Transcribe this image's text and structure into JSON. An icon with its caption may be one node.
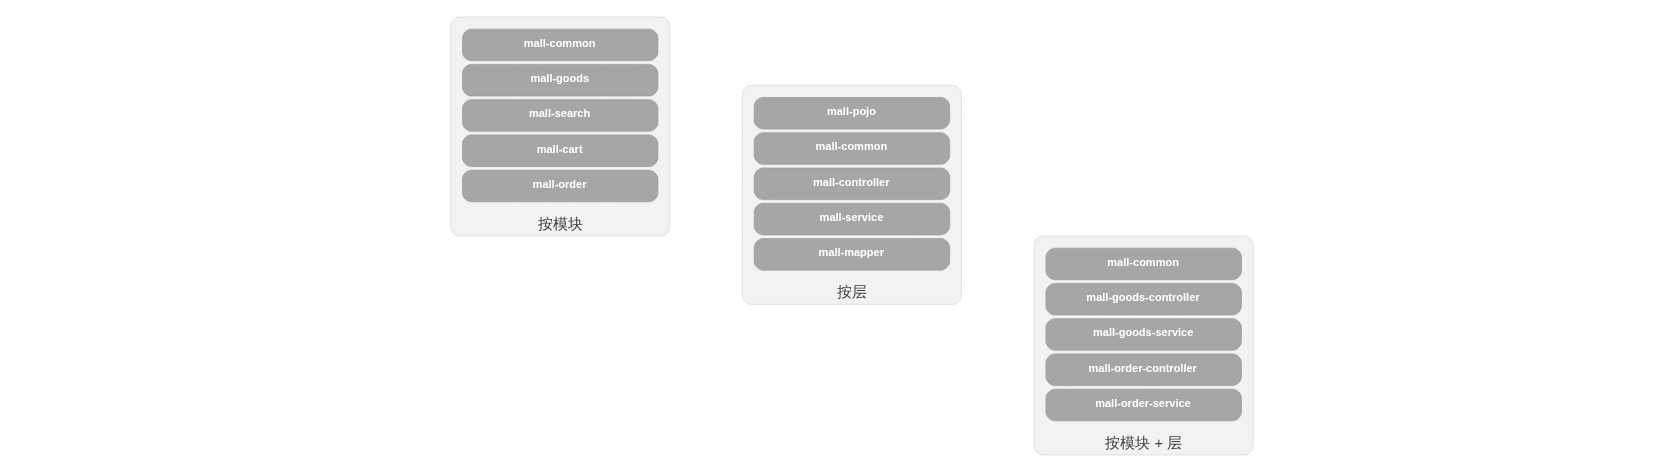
{
  "diagram": {
    "nodes": [
      {
        "text": [
          "按模块"
        ]
      },
      {
        "text": [
          "mall-common"
        ],
        "in": 0
      },
      {
        "text": [
          "mall-goods"
        ],
        "in": 0
      },
      {
        "text": [
          "mall-search"
        ],
        "in": 0
      },
      {
        "text": [
          "mall-cart"
        ],
        "in": 0
      },
      {
        "text": [
          "mall-order"
        ],
        "in": 0
      },
      {
        "text": [
          "按层"
        ]
      },
      {
        "text": [
          "mall-pojo"
        ],
        "in": 6
      },
      {
        "text": [
          "mall-common"
        ],
        "in": 6
      },
      {
        "text": [
          "mall-controller"
        ],
        "in": 6
      },
      {
        "text": [
          "mall-service"
        ],
        "in": 6
      },
      {
        "text": [
          "mall-mapper"
        ],
        "in": 6
      },
      {
        "text": [
          "按模块 + 层"
        ]
      },
      {
        "text": [
          "mall-common"
        ],
        "in": 12
      },
      {
        "text": [
          "mall-goods-controller"
        ],
        "in": 12
      },
      {
        "text": [
          "mall-goods-service"
        ],
        "in": 12
      },
      {
        "text": [
          "mall-order-controller"
        ],
        "in": 12
      },
      {
        "text": [
          "mall-order-service"
        ],
        "in": 12
      }
    ],
    "edges": []
  }
}
